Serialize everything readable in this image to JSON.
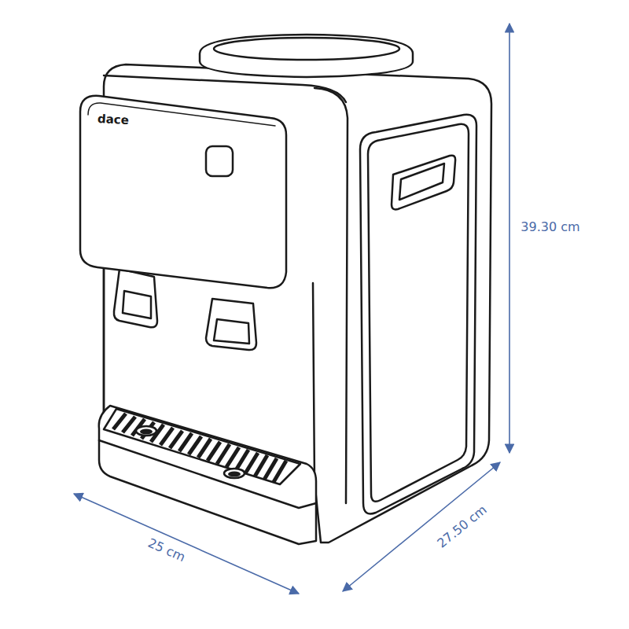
{
  "diagram": {
    "labels": [
      "dace",
      "39.30 cm",
      "25 cm",
      "27.50 cm"
    ]
  }
}
